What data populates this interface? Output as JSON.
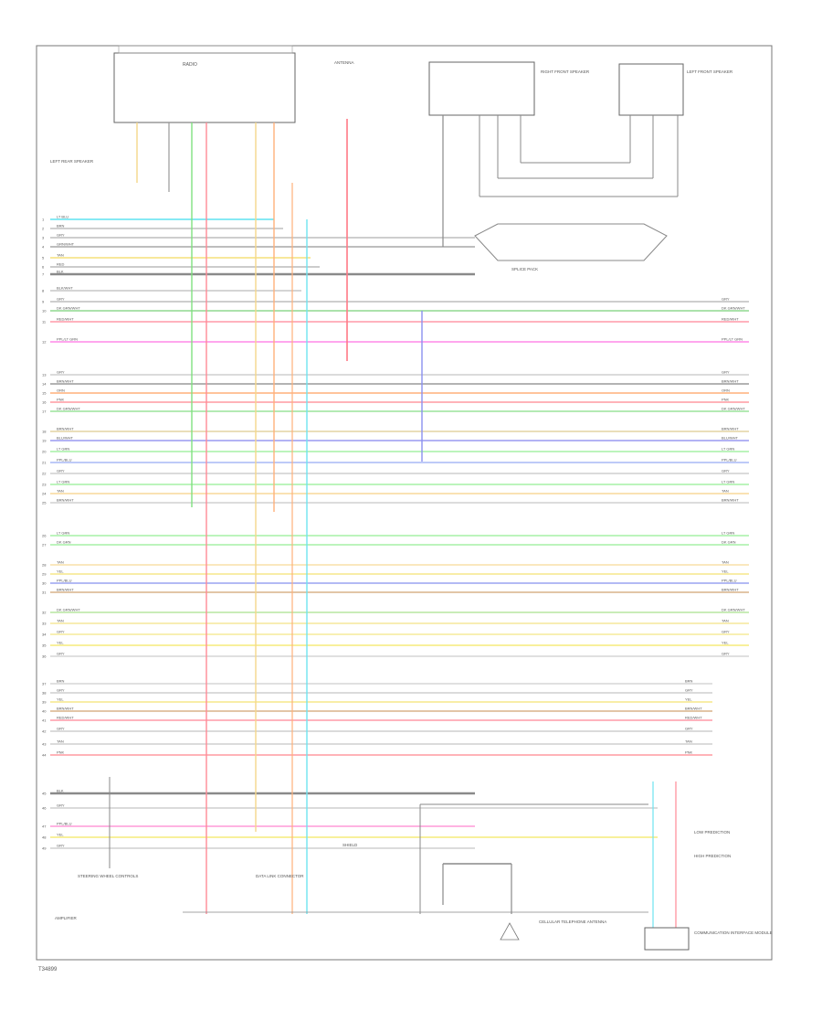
{
  "diagram": {
    "footer_code": "T34899",
    "wires": [
      {
        "code": "LT BLU",
        "pin": "1",
        "color": "#5fe3f0"
      },
      {
        "code": "BRN",
        "pin": "2",
        "color": "#bfbfbf"
      },
      {
        "code": "GRY",
        "pin": "3",
        "color": "#bdbdbd"
      },
      {
        "code": "GRN/WHT",
        "pin": "4",
        "color": "#a7a7a7"
      },
      {
        "code": "TAN",
        "pin": "5",
        "color": "#f5e07a"
      },
      {
        "code": "RED",
        "pin": "6",
        "color": "#bcbcbc"
      },
      {
        "code": "BLK",
        "pin": "7",
        "color": "#8a8a8a"
      },
      {
        "code": "BLK/WHT",
        "pin": "8",
        "color": "#c7c7c7"
      },
      {
        "code": "GRY",
        "pin": "9",
        "color": "#bdbdbd"
      },
      {
        "code": "DK GRN/WHT",
        "pin": "10",
        "color": "#8fd98f"
      },
      {
        "code": "RED/WHT",
        "pin": "11",
        "color": "#ff9aa8"
      },
      {
        "code": "PPL/LT GRN",
        "pin": "12",
        "color": "#ff88e8"
      },
      {
        "code": "GRY",
        "pin": "13",
        "color": "#cfcfcf"
      },
      {
        "code": "BRN/WHT",
        "pin": "14",
        "color": "#9a9a9a"
      },
      {
        "code": "ORN",
        "pin": "15",
        "color": "#ffb07a"
      },
      {
        "code": "PNK",
        "pin": "16",
        "color": "#ff9aa0"
      },
      {
        "code": "DK GRN/WHT",
        "pin": "17",
        "color": "#9be39b"
      },
      {
        "code": "BRN/WHT",
        "pin": "18",
        "color": "#e4d4a4"
      },
      {
        "code": "BLU/WHT",
        "pin": "19",
        "color": "#9a9af0"
      },
      {
        "code": "LT GRN",
        "pin": "20",
        "color": "#a6f0a6"
      },
      {
        "code": "PPL/BLU",
        "pin": "21",
        "color": "#a9b9f5"
      },
      {
        "code": "GRY",
        "pin": "22",
        "color": "#cfcfcf"
      },
      {
        "code": "LT GRN",
        "pin": "23",
        "color": "#a6f0a6"
      },
      {
        "code": "TAN",
        "pin": "24",
        "color": "#f8d99a"
      },
      {
        "code": "BRN/WHT",
        "pin": "25",
        "color": "#d0d0d0"
      },
      {
        "code": "LT GRN",
        "pin": "26",
        "color": "#a6f0a6"
      },
      {
        "code": "DK GRN",
        "pin": "27",
        "color": "#a6f0a6"
      },
      {
        "code": "TAN",
        "pin": "28",
        "color": "#f8e0a8"
      },
      {
        "code": "YEL",
        "pin": "29",
        "color": "#f5e78a"
      },
      {
        "code": "PPL/BLU",
        "pin": "30",
        "color": "#9aa4f0"
      },
      {
        "code": "BRN/WHT",
        "pin": "31",
        "color": "#d8b48a"
      },
      {
        "code": "DK GRN/WHT",
        "pin": "32",
        "color": "#b7e6a0"
      },
      {
        "code": "TAN",
        "pin": "33",
        "color": "#f5e79a"
      },
      {
        "code": "GRY",
        "pin": "34",
        "color": "#f5ec9a"
      },
      {
        "code": "YEL",
        "pin": "35",
        "color": "#f5ec7a"
      },
      {
        "code": "GRY",
        "pin": "36",
        "color": "#d5d5d5"
      },
      {
        "code": "BRN",
        "pin": "37",
        "color": "#d5d5d5"
      },
      {
        "code": "GRY",
        "pin": "38",
        "color": "#cfcfcf"
      },
      {
        "code": "YEL",
        "pin": "39",
        "color": "#f5e78a"
      },
      {
        "code": "BRN/WHT",
        "pin": "40",
        "color": "#d8b48a"
      },
      {
        "code": "RED/WHT",
        "pin": "41",
        "color": "#ff9aa8"
      },
      {
        "code": "GRY",
        "pin": "42",
        "color": "#cfcfcf"
      },
      {
        "code": "TAN",
        "pin": "43",
        "color": "#cfcfcf"
      },
      {
        "code": "PNK",
        "pin": "44",
        "color": "#ff9aa0"
      },
      {
        "code": "BLK",
        "pin": "45",
        "color": "#8a8a8a"
      },
      {
        "code": "GRY",
        "pin": "46",
        "color": "#cfcfcf"
      },
      {
        "code": "PPL/BLU",
        "pin": "47",
        "color": "#ff9ad8"
      },
      {
        "code": "YEL",
        "pin": "48",
        "color": "#f5ec7a"
      },
      {
        "code": "GRY",
        "pin": "49",
        "color": "#cfcfcf"
      }
    ],
    "components": {
      "radio": "RADIO",
      "left_rear_speaker": "LEFT REAR SPEAKER",
      "rf_speaker": "RIGHT FRONT SPEAKER",
      "left_front_speaker": "LEFT FRONT SPEAKER",
      "antenna": "ANTENNA",
      "remote_control": "STEERING WHEEL CONTROLS",
      "cellular": "CELLULAR TELEPHONE ANTENNA",
      "module": "COMMUNICATION INTERFACE MODULE",
      "amplifier": "AMPLIFIER",
      "shield": "SHIELD",
      "diagnostic_link": "DATA LINK CONNECTOR",
      "low_predictor": "LOW PREDICTION",
      "high_predictor": "HIGH PREDICTION",
      "splice": "SPLICE PACK"
    }
  }
}
